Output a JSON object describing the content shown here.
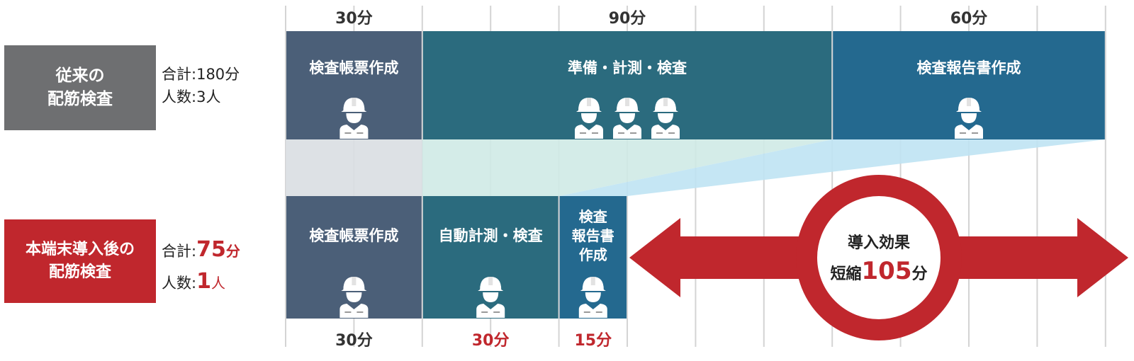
{
  "labels": {
    "conventional": {
      "line1": "従来の",
      "line2": "配筋検査"
    },
    "new": {
      "line1": "本端末導入後の",
      "line2": "配筋検査"
    }
  },
  "summary": {
    "conventional": {
      "total_label": "合計:",
      "total_value": "180分",
      "people_label": "人数:",
      "people_value": "3人"
    },
    "new": {
      "total_label": "合計:",
      "total_number": "75",
      "total_unit": "分",
      "people_label": "人数:",
      "people_number": "1",
      "people_unit": "人"
    }
  },
  "top_durations": [
    "30分",
    "90分",
    "60分"
  ],
  "conventional_blocks": [
    {
      "label": "検査帳票作成",
      "minutes": 30,
      "workers": 1,
      "color": "#4b5f78"
    },
    {
      "label": "準備・計測・検査",
      "minutes": 90,
      "workers": 3,
      "color": "#2b6b7e"
    },
    {
      "label": "検査報告書作成",
      "minutes": 60,
      "workers": 1,
      "color": "#24698f"
    }
  ],
  "new_blocks": [
    {
      "label": "検査帳票作成",
      "minutes": 30,
      "workers": 1,
      "color": "#4b5f78"
    },
    {
      "label": "自動計測・検査",
      "minutes": 30,
      "workers": 1,
      "color": "#2b6b7e"
    },
    {
      "label_lines": [
        "検査",
        "報告書",
        "作成"
      ],
      "minutes": 15,
      "workers": 1,
      "color": "#24698f"
    }
  ],
  "bottom_durations": [
    {
      "text": "30分",
      "color": "#333333"
    },
    {
      "text": "30分",
      "color": "#c0272d"
    },
    {
      "text": "15分",
      "color": "#c0272d"
    }
  ],
  "effect": {
    "line1": "導入効果",
    "prefix": "短縮",
    "number": "105",
    "unit": "分"
  },
  "colors": {
    "accent_red": "#c0272d",
    "conv_gray": "#6e6f71"
  }
}
